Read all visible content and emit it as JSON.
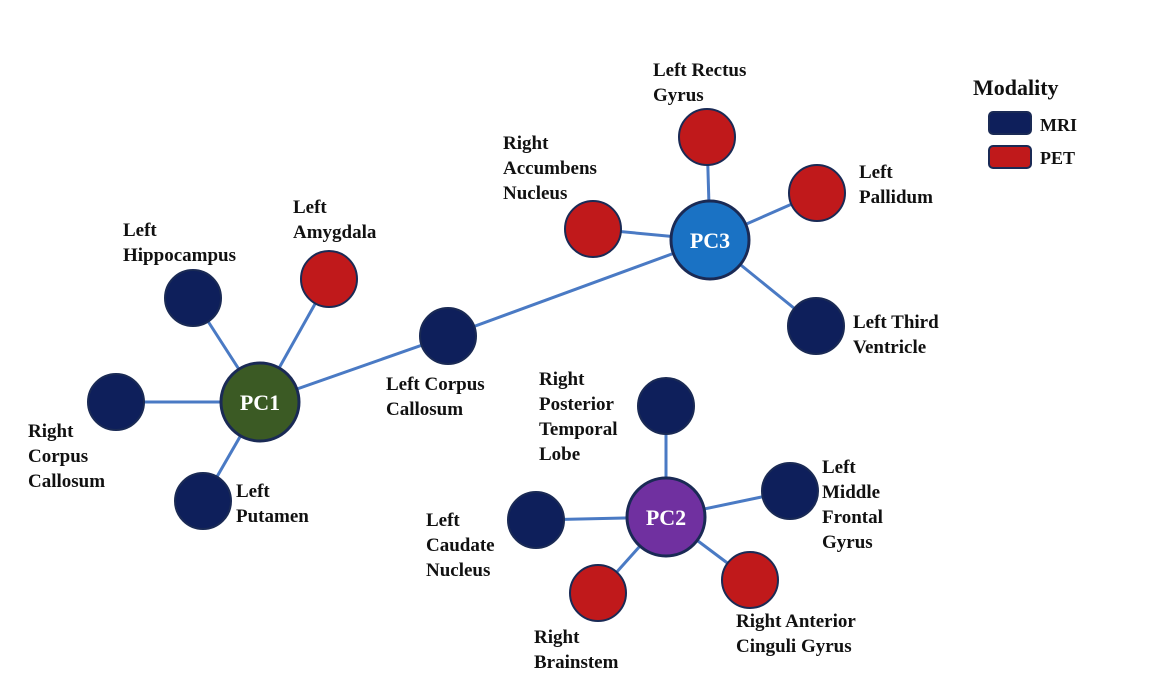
{
  "legend": {
    "title": "Modality",
    "items": [
      {
        "label": "MRI",
        "color": "#0e1f5b"
      },
      {
        "label": "PET",
        "color": "#c0191b"
      }
    ]
  },
  "colors": {
    "edge": "#4a7ac4",
    "node_stroke": "#1a2a55",
    "pc1": "#3b5a24",
    "pc2": "#7030a0",
    "pc3": "#1a72c4"
  },
  "hubs": {
    "pc1": "PC1",
    "pc2": "PC2",
    "pc3": "PC3"
  },
  "nodes": {
    "left_hippocampus": {
      "lines": [
        "Left",
        "Hippocampus"
      ],
      "modality": "MRI"
    },
    "left_amygdala": {
      "lines": [
        "Left",
        "Amygdala"
      ],
      "modality": "PET"
    },
    "right_corpus_callosum": {
      "lines": [
        "Right",
        "Corpus",
        "Callosum"
      ],
      "modality": "MRI"
    },
    "left_putamen": {
      "lines": [
        "Left",
        "Putamen"
      ],
      "modality": "MRI"
    },
    "left_corpus_callosum": {
      "lines": [
        "Left Corpus",
        "Callosum"
      ],
      "modality": "MRI"
    },
    "left_rectus_gyrus": {
      "lines": [
        "Left Rectus",
        "Gyrus"
      ],
      "modality": "PET"
    },
    "right_accumbens_nucleus": {
      "lines": [
        "Right",
        "Accumbens",
        "Nucleus"
      ],
      "modality": "PET"
    },
    "left_pallidum": {
      "lines": [
        "Left",
        "Pallidum"
      ],
      "modality": "PET"
    },
    "left_third_ventricle": {
      "lines": [
        "Left Third",
        "Ventricle"
      ],
      "modality": "MRI"
    },
    "right_posterior_temporal_lobe": {
      "lines": [
        "Right",
        "Posterior",
        "Temporal",
        "Lobe"
      ],
      "modality": "MRI"
    },
    "left_middle_frontal_gyrus": {
      "lines": [
        "Left",
        "Middle",
        "Frontal",
        "Gyrus"
      ],
      "modality": "MRI"
    },
    "left_caudate_nucleus": {
      "lines": [
        "Left",
        "Caudate",
        "Nucleus"
      ],
      "modality": "MRI"
    },
    "right_brainstem": {
      "lines": [
        "Right",
        "Brainstem"
      ],
      "modality": "PET"
    },
    "right_anterior_cinguli_gyrus": {
      "lines": [
        "Right Anterior",
        "Cinguli Gyrus"
      ],
      "modality": "PET"
    }
  },
  "edges": [
    [
      "pc1",
      "left_hippocampus"
    ],
    [
      "pc1",
      "left_amygdala"
    ],
    [
      "pc1",
      "right_corpus_callosum"
    ],
    [
      "pc1",
      "left_putamen"
    ],
    [
      "pc1",
      "left_corpus_callosum"
    ],
    [
      "left_corpus_callosum",
      "pc3"
    ],
    [
      "pc3",
      "left_rectus_gyrus"
    ],
    [
      "pc3",
      "right_accumbens_nucleus"
    ],
    [
      "pc3",
      "left_pallidum"
    ],
    [
      "pc3",
      "left_third_ventricle"
    ],
    [
      "pc2",
      "right_posterior_temporal_lobe"
    ],
    [
      "pc2",
      "left_middle_frontal_gyrus"
    ],
    [
      "pc2",
      "left_caudate_nucleus"
    ],
    [
      "pc2",
      "right_brainstem"
    ],
    [
      "pc2",
      "right_anterior_cinguli_gyrus"
    ]
  ]
}
